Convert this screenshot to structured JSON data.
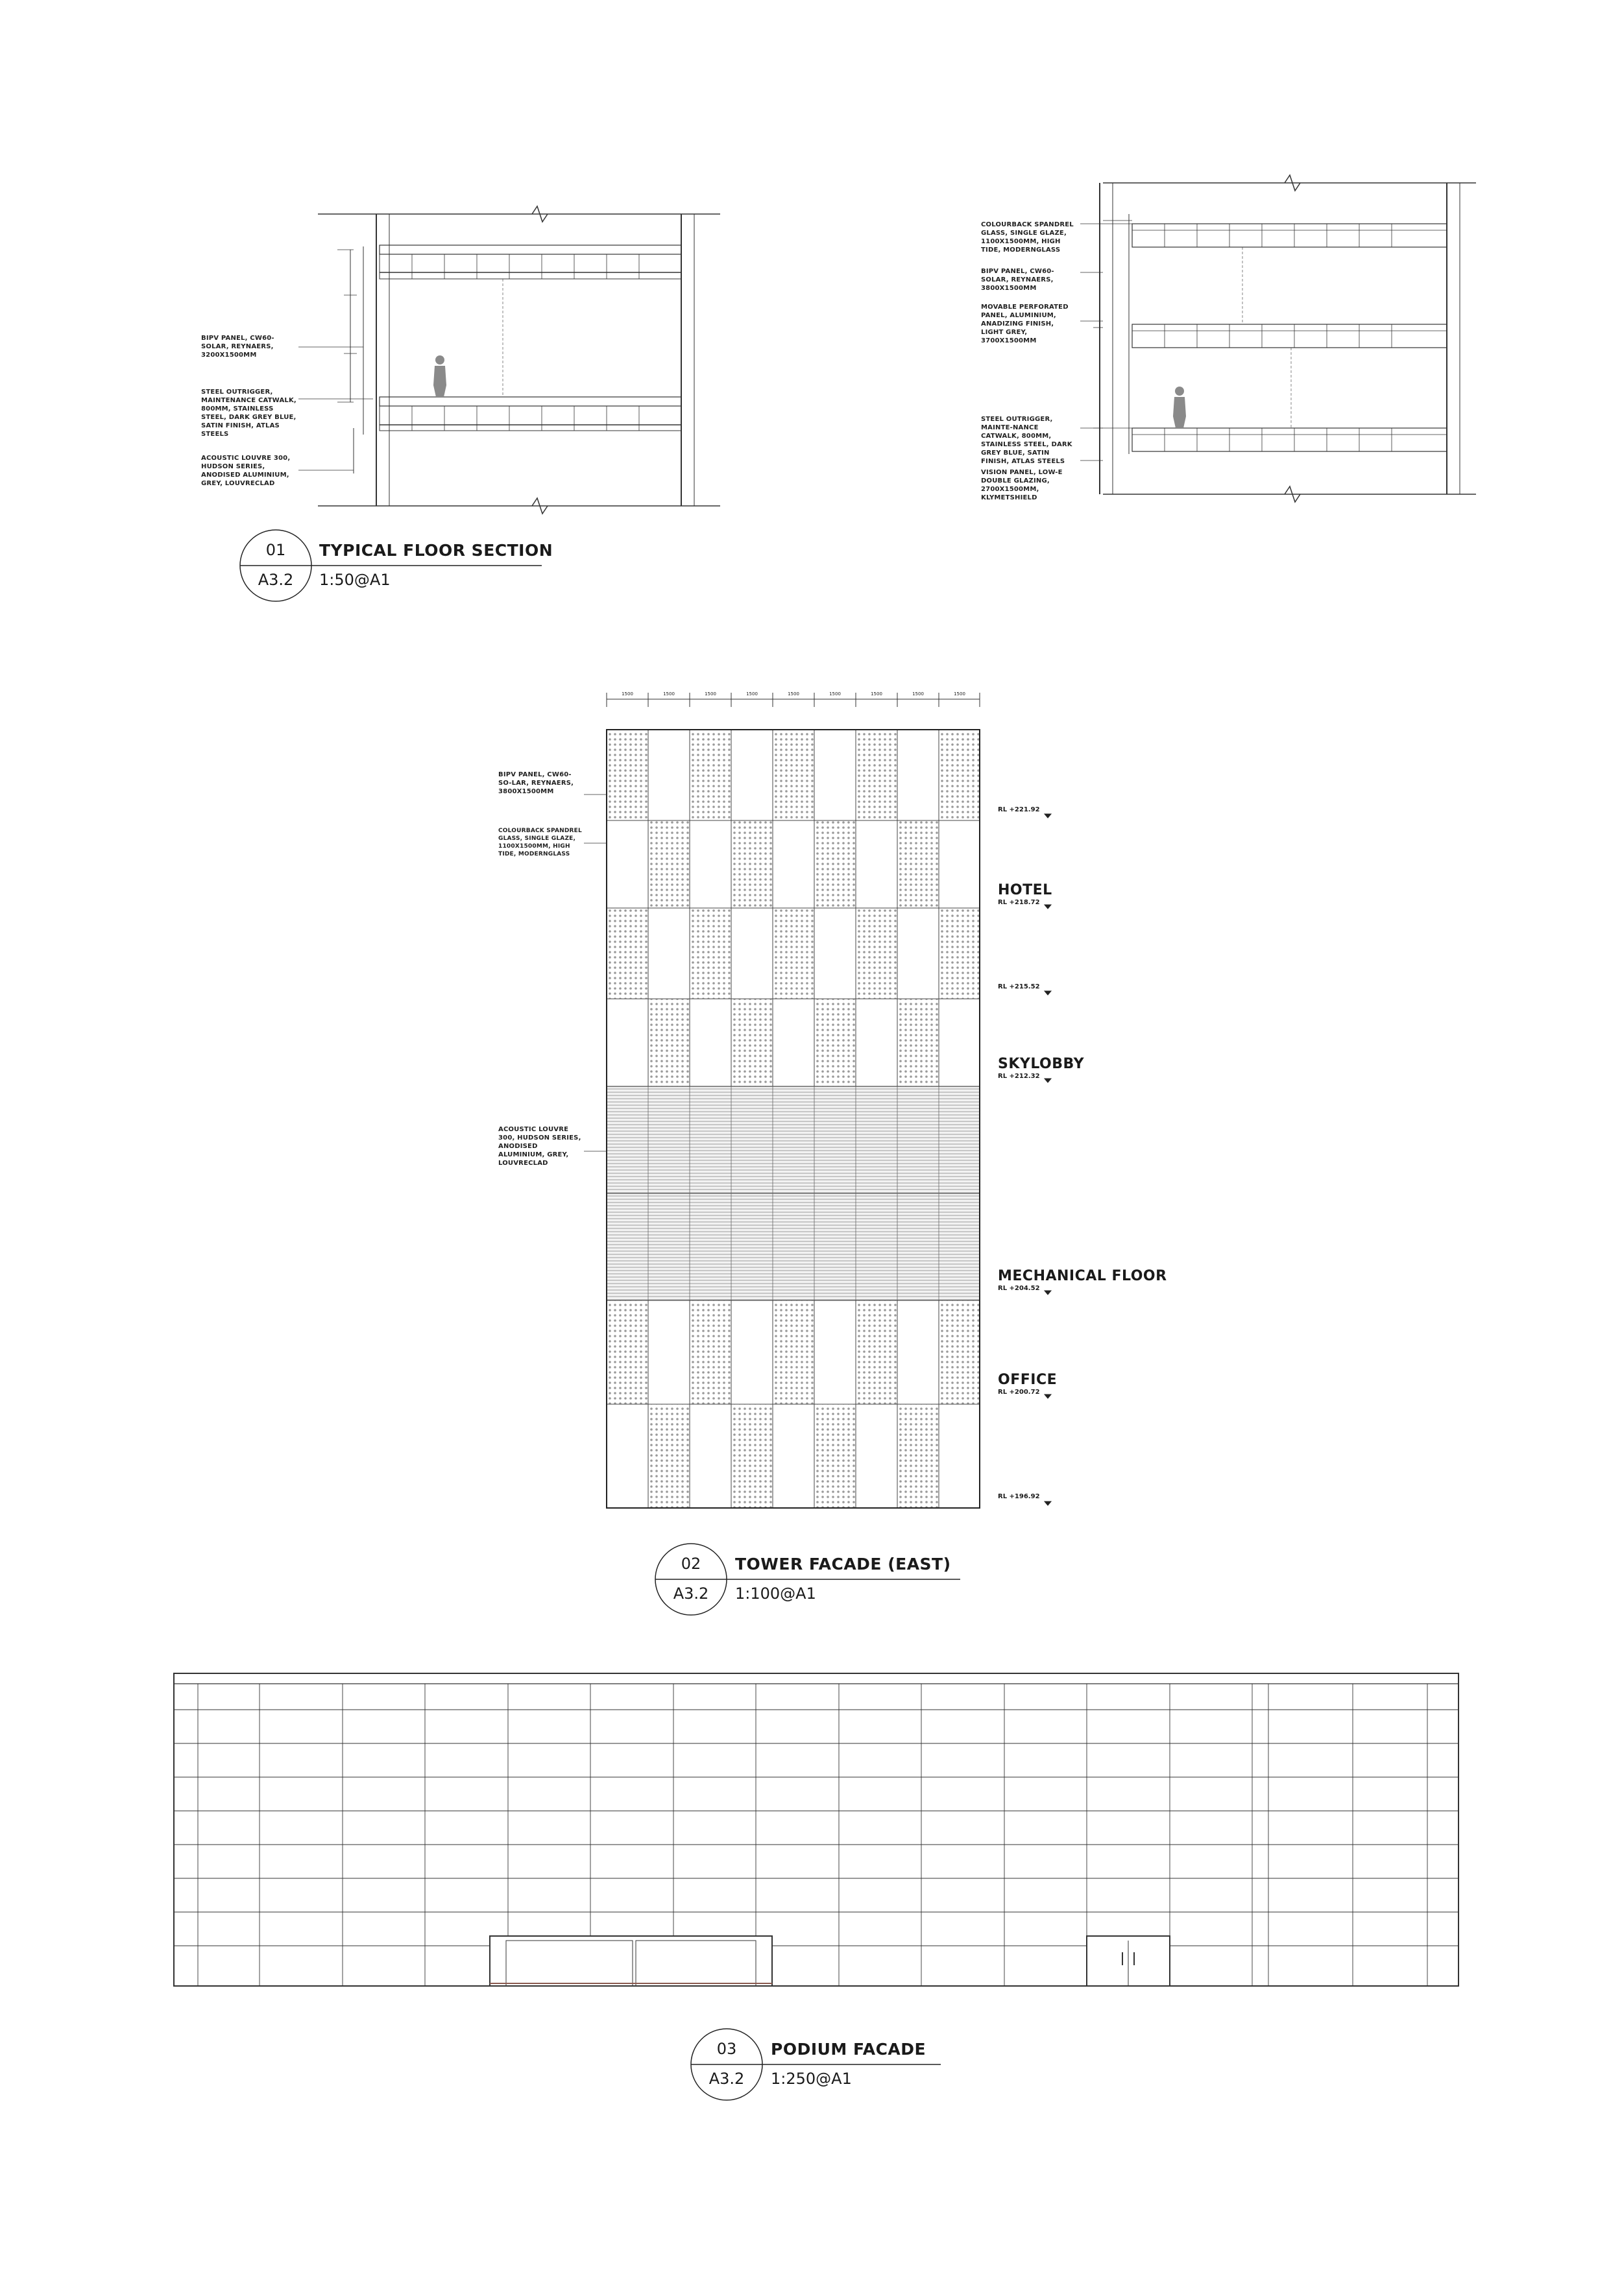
{
  "drawings": [
    {
      "number": "01",
      "sheet": "A3.2",
      "title": "TYPICAL FLOOR SECTION",
      "scale": "1:50@A1",
      "notes_left": [
        "BIPV PANEL, CW60-SOLAR, REYNAERS, 3200x1500mm",
        "STEEL OUTRIGGER, MAINTENANCE CATWALK, 800mm, STAINLESS STEEL, DARK GREY BLUE, SATIN FINISH, ATLAS STEELS",
        "ACOUSTIC LOUVRE 300, HUDSON SERIES, ANODISED ALUMINIUM, GREY, LOUVRECLAD"
      ],
      "notes_right": [
        "COLOURBACK SPANDREL GLASS, SINGLE GLAZE, 1100x1500mm, HIGH TIDE, MODERNGLASS",
        "BIPV PANEL, CW60-SOLAR, REYNAERS, 3800x1500mm",
        "MOVABLE PERFORATED PANEL, ALUMINIUM, ANADIZING FINISH, LIGHT GREY, 3700x1500mm",
        "STEEL OUTRIGGER, MAINTE-NANCE CATWALK, 800mm, STAINLESS STEEL, DARK GREY BLUE, SATIN FINISH, ATLAS STEELS",
        "VISION PANEL, LOW-E DOUBLE GLAZING, 2700x1500mm, KLYMETSHIELD"
      ]
    },
    {
      "number": "02",
      "sheet": "A3.2",
      "title": "TOWER FACADE (EAST)",
      "scale": "1:100@A1",
      "dimension": "1500",
      "notes": [
        "BIPV PANEL, CW60-SO-LAR, REYNAERS, 3800x1500mm",
        "COLOURBACK SPANDREL GLASS, SINGLE GLAZE, 1100x1500mm, HIGH TIDE, MODERNGLASS",
        "ACOUSTIC LOUVRE 300, HUDSON SERIES, ANODISED ALUMINIUM, GREY, LOUVRECLAD"
      ],
      "levels": [
        {
          "name": "",
          "rl": "RL +221.92"
        },
        {
          "name": "HOTEL",
          "rl": "RL +218.72"
        },
        {
          "name": "",
          "rl": "RL +215.52"
        },
        {
          "name": "SKYLOBBY",
          "rl": "RL +212.32"
        },
        {
          "name": "MECHANICAL FLOOR",
          "rl": "RL +204.52"
        },
        {
          "name": "OFFICE",
          "rl": "RL +200.72"
        },
        {
          "name": "",
          "rl": "RL +196.92"
        }
      ]
    },
    {
      "number": "03",
      "sheet": "A3.2",
      "title": "PODIUM FACADE",
      "scale": "1:250@A1"
    }
  ]
}
